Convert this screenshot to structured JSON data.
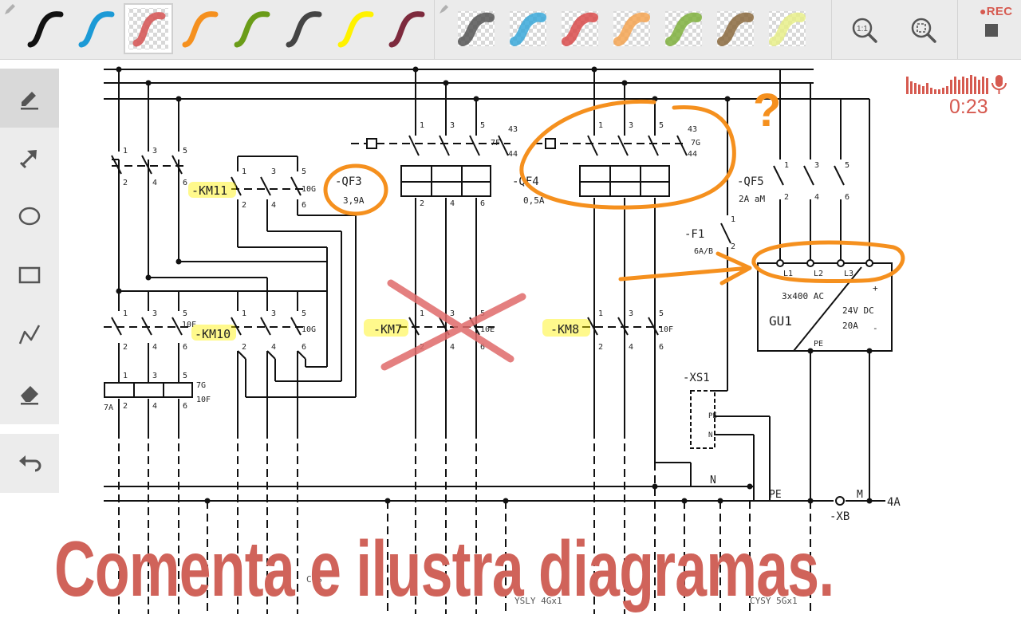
{
  "toolbar": {
    "pens": [
      {
        "name": "black",
        "color": "#111111"
      },
      {
        "name": "blue",
        "color": "#1c9ad6"
      },
      {
        "name": "red-translucent",
        "color": "#d65a5a"
      },
      {
        "name": "orange",
        "color": "#f5901e"
      },
      {
        "name": "green",
        "color": "#6a9c18"
      },
      {
        "name": "dark-gray",
        "color": "#444444"
      },
      {
        "name": "yellow",
        "color": "#fff200"
      },
      {
        "name": "maroon",
        "color": "#7d2a3d"
      }
    ],
    "highlighters": [
      {
        "name": "gray",
        "color": "#555555"
      },
      {
        "name": "blue",
        "color": "#39a8d9"
      },
      {
        "name": "red",
        "color": "#d94b4b"
      },
      {
        "name": "orange",
        "color": "#f5a552"
      },
      {
        "name": "green",
        "color": "#7fb03d"
      },
      {
        "name": "brown",
        "color": "#8b6a3e"
      },
      {
        "name": "yellow",
        "color": "#e8ef8a"
      }
    ],
    "zoom_reset_label": "1:1",
    "rec_label": "REC"
  },
  "sidebar": {
    "tools": [
      "pencil",
      "arrow",
      "ellipse",
      "rectangle",
      "polyline",
      "eraser"
    ],
    "undo": "undo"
  },
  "recording": {
    "timer": "0:23"
  },
  "annotations": {
    "question_mark": "?"
  },
  "diagram": {
    "labels": {
      "km11": "-KM11",
      "km10": "-KM10",
      "km7": "-KM7",
      "km8": "-KM8",
      "qf3": "-QF3",
      "qf3_rating": "3,9A",
      "qf4": "-QF4",
      "qf4_rating": "0,5A",
      "qf5": "-QF5",
      "qf5_rating": "2A aM",
      "f1": "-F1",
      "f1_rating": "6A/B",
      "gu1": "GU1",
      "gu1_in": "3x400 AC",
      "gu1_out_v": "24V DC",
      "gu1_out_a": "20A",
      "l1": "L1",
      "l2": "L2",
      "l3": "L3",
      "pe_top": "PE",
      "plus": "+",
      "minus": "-",
      "xs1": "-XS1",
      "xb": "-XB",
      "pe_bus": "PE",
      "n_bus": "N",
      "m_bus": "M",
      "four_a": "4A",
      "ref_7f": "7F",
      "ref_44a": "44",
      "ref_43a": "43",
      "ref_7g": "7G",
      "ref_44b": "44",
      "ref_43b": "43",
      "ref_10g": "10G",
      "ref_10g2": "10G",
      "ref_10f": "10F",
      "ref_10e": "10E",
      "ref_10f2": "10F",
      "ref_7g2": "7G",
      "ref_10f3": "10F",
      "ref_7a": "7A",
      "t1": "1",
      "t2": "2",
      "t3": "3",
      "t4": "4",
      "t5": "5",
      "t6": "6",
      "cable1": "CGS",
      "cable2": "YSLY 4Gx1",
      "cable3": "CYSY 5Gx1",
      "xs1_pe": "PE",
      "xs1_n": "N",
      "f1_t1": "1",
      "f1_t2": "2"
    }
  },
  "caption": "Comenta e ilustra diagramas."
}
